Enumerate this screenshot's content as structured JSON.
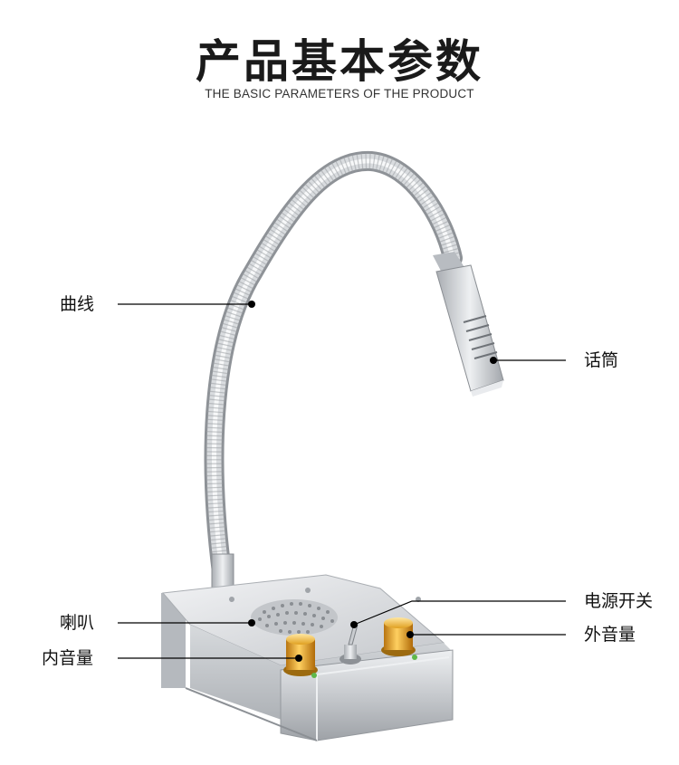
{
  "header": {
    "title": "产品基本参数",
    "subtitle": "THE BASIC PARAMETERS OF THE PRODUCT"
  },
  "callouts": {
    "gooseneck": "曲线",
    "microphone": "话筒",
    "speaker": "喇叭",
    "inner_volume": "内音量",
    "power_switch": "电源开关",
    "outer_volume": "外音量"
  },
  "colors": {
    "background": "#ffffff",
    "text": "#1a1a1a",
    "metal": "#c9ccd0",
    "knob": "#e0a020"
  }
}
